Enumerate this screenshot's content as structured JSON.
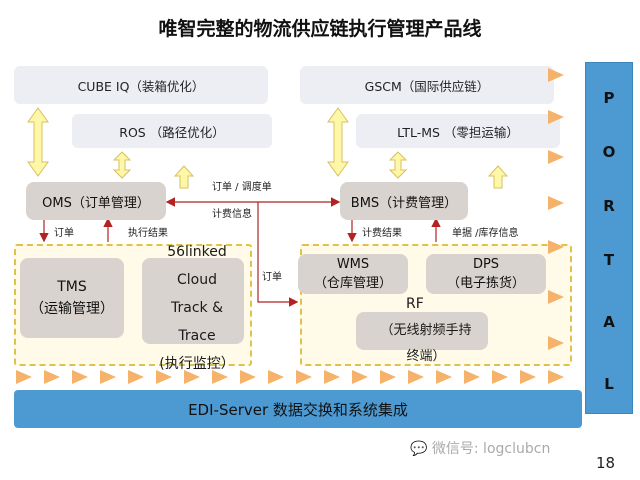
{
  "title": "唯智完整的物流供应链执行管理产品线",
  "boxes": {
    "cube_iq": "CUBE IQ（装箱优化）",
    "ros": "ROS （路径优化）",
    "gscm": "GSCM（国际供应链）",
    "ltl_ms": "LTL-MS （零担运输）",
    "oms": "OMS（订单管理）",
    "bms": "BMS（计费管理）",
    "tms_line1": "TMS",
    "tms_line2": "（运输管理）",
    "cloud_line1": "56linked",
    "cloud_line2": "Cloud",
    "cloud_line3": "Track &",
    "cloud_line4": "Trace",
    "cloud_line5": "(执行监控）",
    "wms_line1": "WMS",
    "wms_line2": "（仓库管理）",
    "dps_line1": "DPS",
    "dps_line2": "（电子拣货）",
    "rf_label": "RF",
    "rf_line1": "（无线射频手持",
    "rf_line2": "终端）"
  },
  "labels": {
    "order_dispatch": "订单 / 调度单",
    "billing_info": "计费信息",
    "order_left": "订单",
    "exec_result_left": "执行结果",
    "billing_result": "计费结果",
    "doc_inventory": "单据 /库存信息",
    "order_mid": "订单"
  },
  "portal_letters": [
    "P",
    "O",
    "R",
    "T",
    "A",
    "L"
  ],
  "edi_server": "EDI-Server 数据交换和系统集成",
  "watermark": "微信号: logclubcn",
  "page_number": "18",
  "colors": {
    "portal_blue": "#4d9ad3",
    "arrow_orange": "#f5b26a",
    "arrow_yellow": "#fff7a8",
    "dashed_yellow": "#e0c24a",
    "red_line": "#b22222",
    "box_tan": "#d9d3cf"
  }
}
